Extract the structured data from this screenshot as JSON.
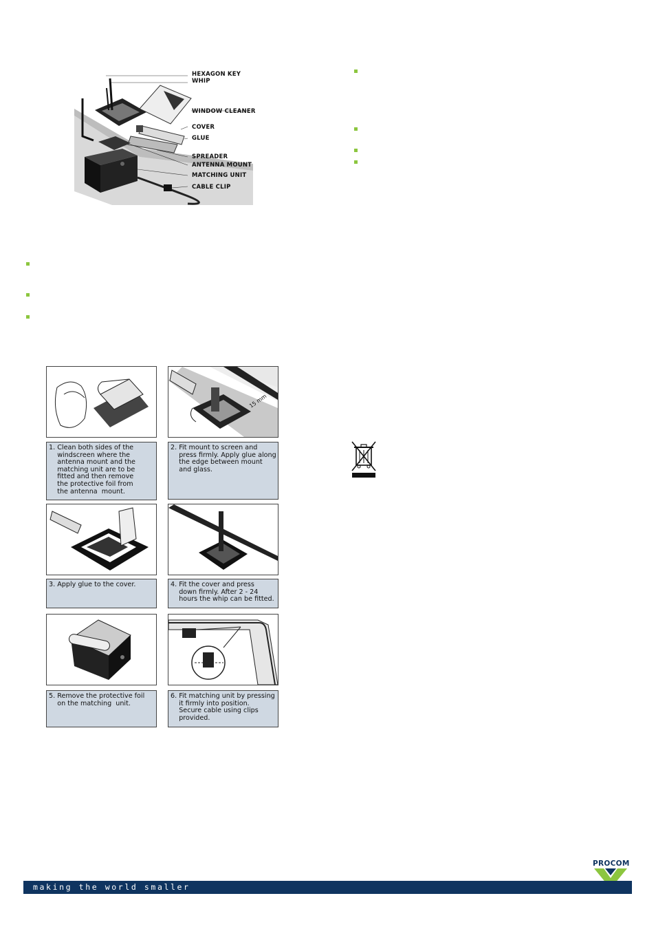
{
  "colors": {
    "accent": "#8cc63f",
    "brand_navy": "#0f3460",
    "caption_bg": "#cfd8e2"
  },
  "parts": [
    "HEXAGON KEY",
    "WHIP",
    "WINDOW CLEANER",
    "COVER",
    "GLUE",
    "SPREADER",
    "ANTENNA MOUNT",
    "MATCHING UNIT",
    "CABLE CLIP"
  ],
  "steps": [
    {
      "caption": "1. Clean both sides of the\n    windscreen where the\n    antenna mount and the\n    matching unit are to be\n    fitted and then remove\n    the protective foil from\n    the antenna  mount."
    },
    {
      "caption": "2. Fit mount to screen and\n    press firmly. Apply glue along\n    the edge between mount\n    and glass."
    },
    {
      "caption": "3. Apply glue to the cover."
    },
    {
      "caption": "4. Fit the cover and press\n    down firmly. After 2 - 24\n    hours the whip can be fitted."
    },
    {
      "caption": "5. Remove the protective foil\n    on the matching  unit."
    },
    {
      "caption": "6. Fit matching unit by pressing\n    it firmly into position.\n    Secure cable using clips\n    provided."
    }
  ],
  "step2_measure": "15 mm",
  "icons": [
    "bullet-icon",
    "weee-bin-icon",
    "procom-logo-icon"
  ],
  "footer": {
    "tagline": "making the world smaller",
    "logo": "PROCOM"
  }
}
